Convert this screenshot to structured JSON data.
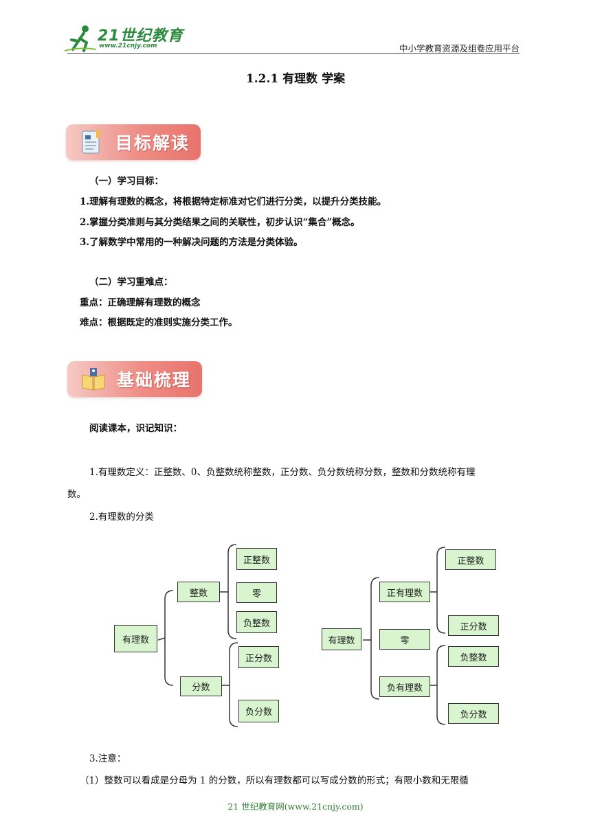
{
  "header": {
    "logo_text": "21世纪教育",
    "logo_url": "www.21cnjy.com",
    "right_text": "中小学教育资源及组卷应用平台"
  },
  "title": "1.2.1 有理数 学案",
  "section1": {
    "banner": "目标解读",
    "goals_heading": "（一）学习目标：",
    "goals": [
      "1.理解有理数的概念，将根据特定标准对它们进行分类，以提升分类技能。",
      "2.掌握分类准则与其分类结果之间的关联性，初步认识“集合”概念。",
      "3.了解数学中常用的一种解决问题的方法是分类体验。"
    ],
    "key_heading": "（二）学习重难点：",
    "key_point": "重点：正确理解有理数的概念",
    "difficult_point": "难点：根据既定的准则实施分类工作。"
  },
  "section2": {
    "banner": "基础梳理",
    "intro": "阅读课本，识记知识：",
    "def_line1": "1.有理数定义：正整数、0、负整数统称整数，正分数、负分数统称分数，整数和分数统称有理",
    "def_line2": "数。",
    "classification_heading": "2.有理数的分类",
    "note_heading": "3.注意：",
    "note_line1": "（1）整数可以看成是分母为 1 的分数，所以有理数都可以写成分数的形式；有限小数和无限循"
  },
  "diagram_left": {
    "root": "有理数",
    "branches": [
      {
        "label": "整数",
        "children": [
          "正整数",
          "零",
          "负整数"
        ]
      },
      {
        "label": "分数",
        "children": [
          "正分数",
          "负分数"
        ]
      }
    ]
  },
  "diagram_right": {
    "root": "有理数",
    "branches": [
      {
        "label": "正有理数",
        "children": [
          "正整数",
          "正分数"
        ]
      },
      {
        "label": "零",
        "children": []
      },
      {
        "label": "负有理数",
        "children": [
          "负整数",
          "负分数"
        ]
      }
    ]
  },
  "footer": "21 世纪教育网(www.21cnjy.com)",
  "colors": {
    "banner": "#ee8d85",
    "box_fill": "#d8f5cf",
    "logo": "#2b8a3e",
    "footer": "#2e7d32"
  }
}
